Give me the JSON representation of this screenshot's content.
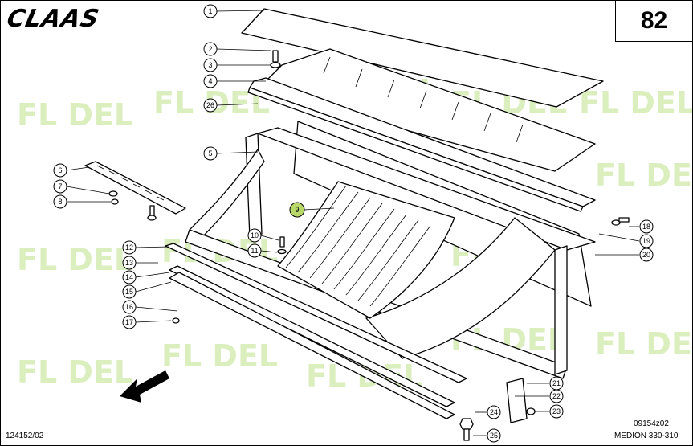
{
  "brand": "CLAAS",
  "page_number": "82",
  "drawing_number": "124152/02",
  "illustration_code": "09154z02",
  "model": "MEDION 330-310",
  "watermark": "FL DEL",
  "highlight_color": "#b8d96a",
  "callouts": [
    "1",
    "2",
    "3",
    "4",
    "26",
    "5",
    "6",
    "7",
    "8",
    "9",
    "10",
    "11",
    "12",
    "13",
    "14",
    "15",
    "16",
    "17",
    "18",
    "19",
    "20",
    "21",
    "22",
    "23",
    "24",
    "25"
  ],
  "highlighted_part": "9"
}
